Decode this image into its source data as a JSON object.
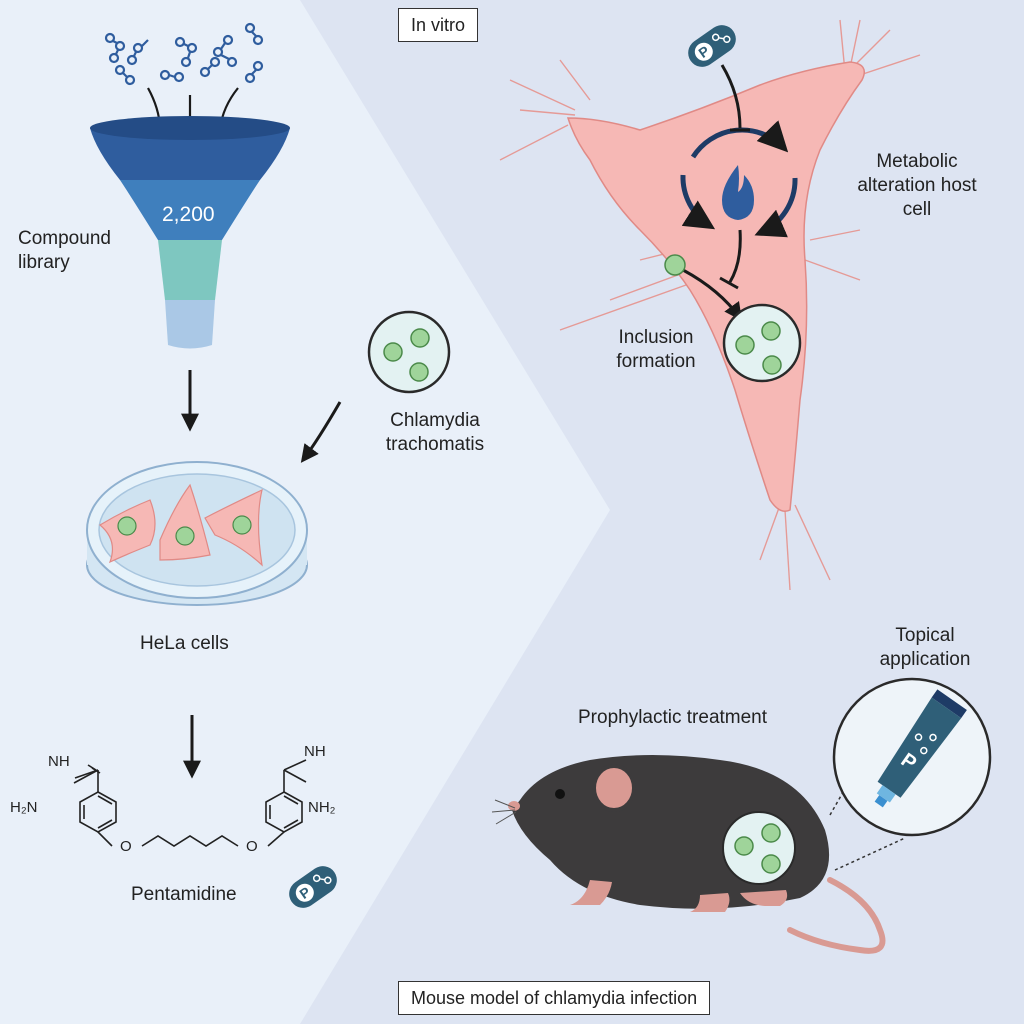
{
  "labels": {
    "compound_library": [
      "Compound",
      "library"
    ],
    "funnel_count": "2,200",
    "chlamydia": [
      "Chlamydia",
      "trachomatis"
    ],
    "hela_cells": "HeLa cells",
    "pentamidine": "Pentamidine",
    "in_vitro": "In vitro",
    "metabolic": [
      "Metabolic",
      "alteration host",
      "cell"
    ],
    "inclusion": [
      "Inclusion",
      "formation"
    ],
    "prophylactic": "Prophylactic treatment",
    "topical": [
      "Topical",
      "application"
    ],
    "mouse_model": "Mouse model of chlamydia infection"
  },
  "structure_labels": {
    "nh_left": "NH",
    "h2n_left": "H₂N",
    "o_left": "O",
    "o_right": "O",
    "nh_right": "NH",
    "nh2_right": "NH₂"
  },
  "drug_letter": "P",
  "colors": {
    "funnel_top": "#2f5d9e",
    "funnel_mid": "#3f7fbd",
    "funnel_teal": "#7ec7c0",
    "funnel_bottom": "#aac8e6",
    "cell_pink": "#f6b8b5",
    "cell_edge": "#e08a86",
    "bacteria_green": "#9fd49a",
    "mouse_body": "#3d3b3c",
    "mouse_pink": "#d99a93",
    "pill_dark": "#2f5f78",
    "arrow": "#1a1a1a"
  }
}
